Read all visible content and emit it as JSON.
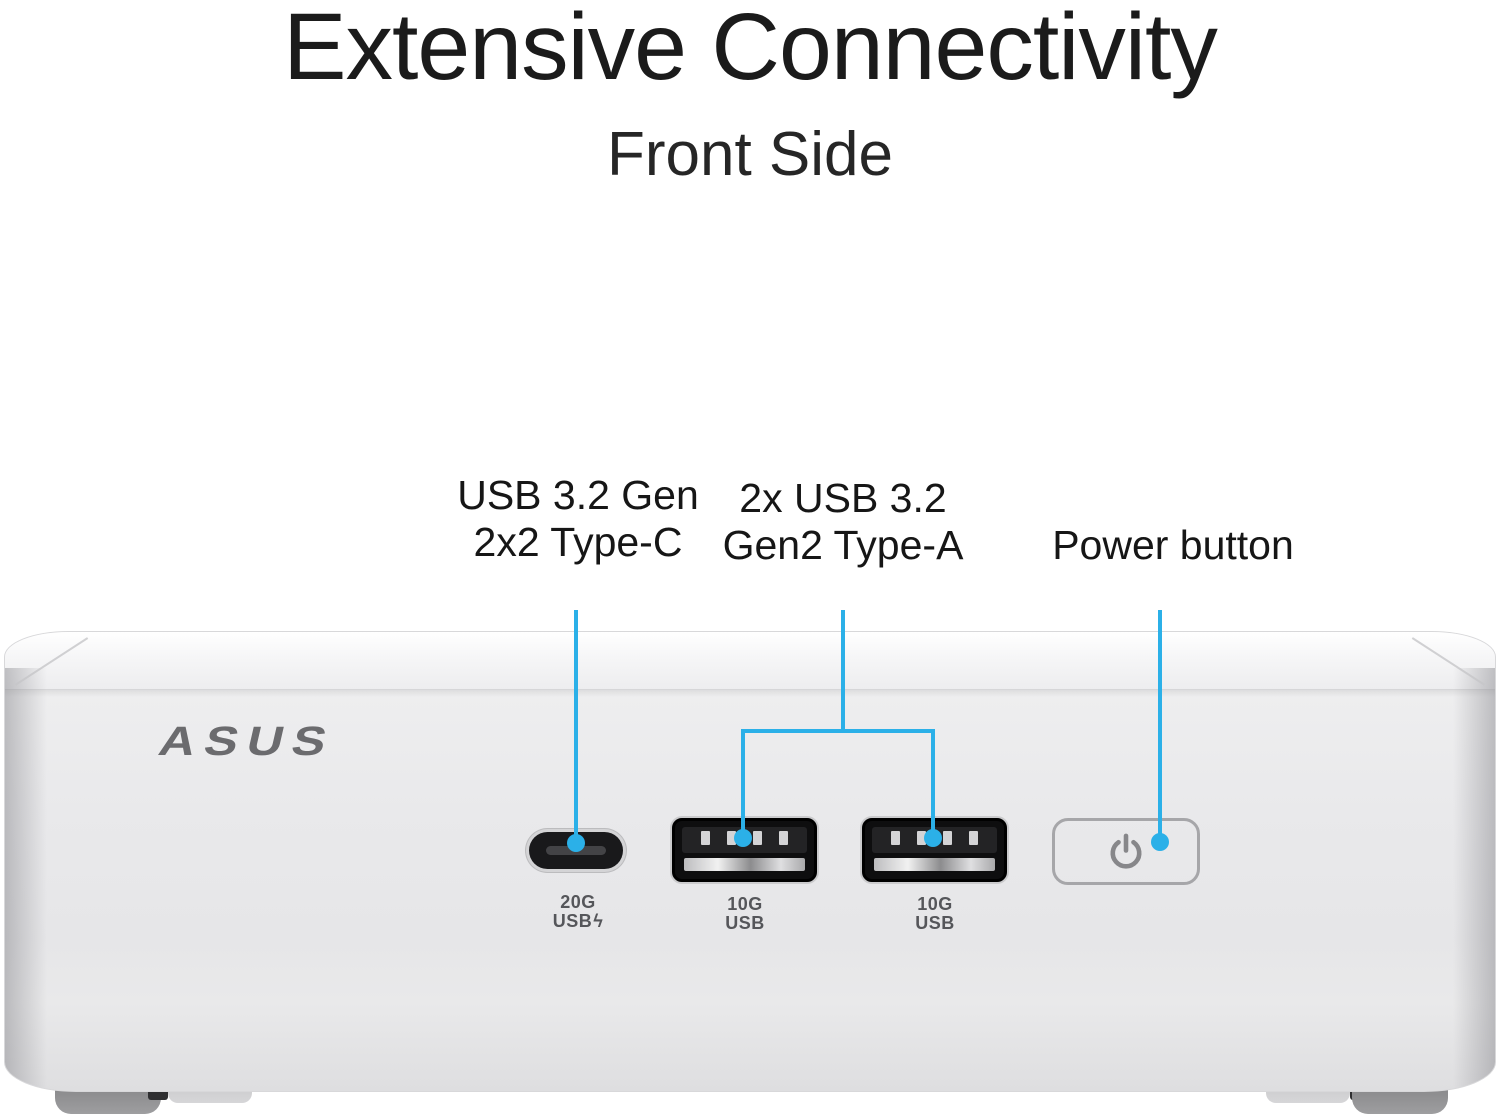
{
  "header": {
    "title": "Extensive Connectivity",
    "subtitle": "Front Side"
  },
  "callouts": [
    {
      "id": "usb-c",
      "lines": [
        "USB 3.2 Gen",
        "2x2 Type-C"
      ]
    },
    {
      "id": "usb-a-pair",
      "lines": [
        "2x USB 3.2",
        "Gen2 Type-A"
      ]
    },
    {
      "id": "power",
      "lines": [
        "Power button"
      ]
    }
  ],
  "device": {
    "brand": "ASUS",
    "ports": [
      {
        "type": "usb-c",
        "speed": "20G",
        "label": "USB",
        "has_lightning": true
      },
      {
        "type": "usb-a",
        "speed": "10G",
        "label": "USB"
      },
      {
        "type": "usb-a",
        "speed": "10G",
        "label": "USB"
      }
    ],
    "power_button": true
  },
  "icons": {
    "lightning": "ϟ",
    "power": "power-symbol"
  },
  "colors": {
    "accent": "#2bb0e8",
    "title_text": "#1b1b1b",
    "label_text": "#161616",
    "port_label_text": "#55565a",
    "logo_gray": "#6b6b6e",
    "chassis_front": "#e8e8ea",
    "chassis_top": "#f6f6f7"
  }
}
